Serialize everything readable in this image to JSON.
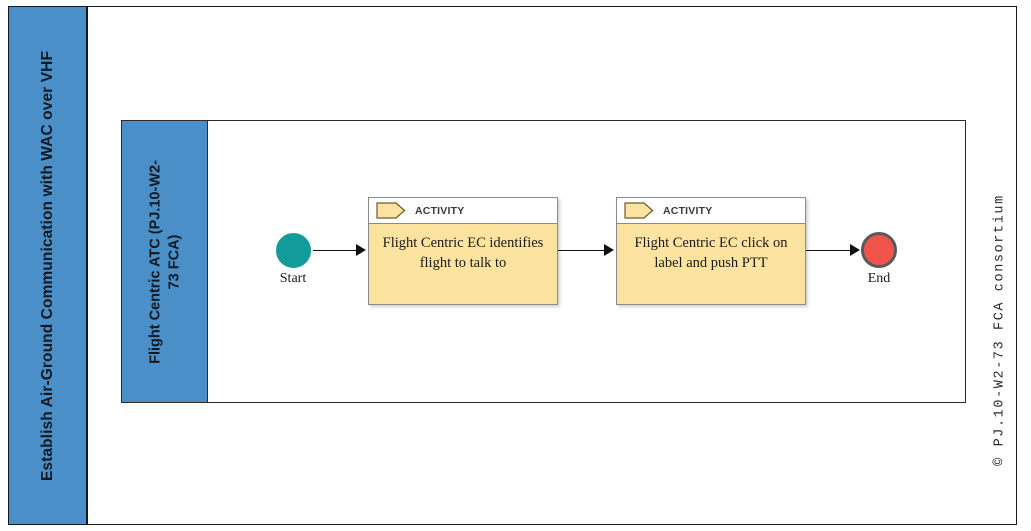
{
  "process": {
    "band_title": "Establish Air-Ground Communication with WAC over VHF"
  },
  "copyright": {
    "text": "© PJ.10-W2-73 FCA consortium"
  },
  "pool": {
    "lane_title": "Flight Centric ATC (PJ.10-W2-73 FCA)",
    "lane_title_line1": "Flight Centric ATC (PJ.10-W2-",
    "lane_title_line2": "73 FCA)"
  },
  "events": {
    "start": {
      "label": "Start",
      "color": "#129b9b"
    },
    "end": {
      "label": "End",
      "color": "#f0544a",
      "border_color": "#59595b"
    }
  },
  "activities": [
    {
      "type_label": "ACTIVITY",
      "text": "Flight Centric EC identifies flight to talk to",
      "icon": "activity-arrow-icon"
    },
    {
      "type_label": "ACTIVITY",
      "text": "Flight Centric EC click on label and push PTT",
      "icon": "activity-arrow-icon"
    }
  ],
  "colors": {
    "lane_blue": "#4a8fc8",
    "activity_fill": "#fce3a0",
    "activity_border": "#8a8a8a",
    "connector": "#111111"
  }
}
